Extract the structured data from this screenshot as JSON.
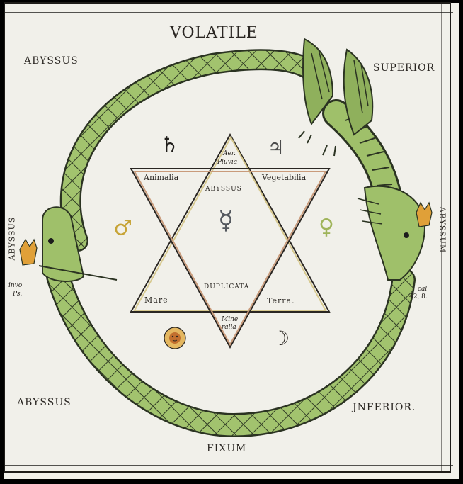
{
  "plate": {
    "top": "VOLATILE",
    "bottom": "FIXUM",
    "corner_tl": "ABYSSUS",
    "corner_tr": "SUPERIOR",
    "corner_bl": "ABYSSUS",
    "corner_br": "JNFERIOR.",
    "left_side": "ABYSSUS",
    "right_side": "ABYSSUM",
    "left_note_1": "invo",
    "left_note_2": "Ps.",
    "right_note_1": "cal",
    "right_note_2": "42, 8."
  },
  "star": {
    "top_tip_1": "Aer.",
    "top_tip_2": "Pluvia",
    "upper_left": "Animalia",
    "upper_right": "Vegetabilia",
    "center_top": "ABYSSUS",
    "center_bottom": "DUPLICATA",
    "lower_left": "Mare",
    "lower_right": "Terra.",
    "bottom_tip_1": "Mine",
    "bottom_tip_2": "ralia"
  },
  "symbols": {
    "saturn": "♄",
    "jupiter": "♃",
    "mars": "♂",
    "mercury": "☿",
    "venus": "♀",
    "moon": "☽"
  },
  "colors": {
    "paper": "#f1f0ea",
    "serpent_green": "#9fc06a",
    "serpent_outline": "#2b3322",
    "crown_orange": "#e0a038",
    "star_red": "#c99b7b",
    "star_yellow": "#d7c98f",
    "mars_gold": "#c7a437"
  }
}
